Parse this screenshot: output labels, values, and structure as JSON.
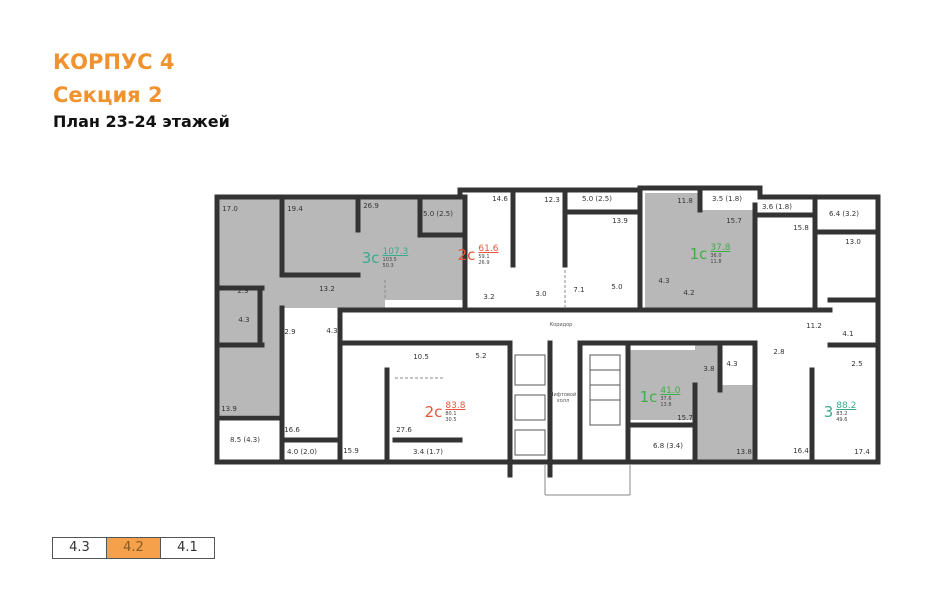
{
  "header": {
    "building": "КОРПУС 4",
    "section": "Секция 2",
    "plan": "План 23-24 этажей"
  },
  "colors": {
    "title": "#f0922e",
    "apt_3c": "#3aaa8e",
    "apt_1c": "#3fae49",
    "apt_2c": "#e5553a",
    "fill_selected": "#b8b8b8",
    "wall": "#333333",
    "section_active": "#f5a04a"
  },
  "apartments": [
    {
      "code": "3с",
      "area": "107.3",
      "living": "103.5",
      "kitchen": "50.3",
      "color": "#3aaa8e"
    },
    {
      "code": "2с",
      "area": "61.6",
      "living": "59.1",
      "kitchen": "26.9",
      "color": "#e5553a"
    },
    {
      "code": "1с",
      "area": "37.8",
      "living": "36.0",
      "kitchen": "11.8",
      "color": "#3fae49"
    },
    {
      "code": "2с",
      "area": "83.8",
      "living": "80.1",
      "kitchen": "30.5",
      "color": "#e5553a"
    },
    {
      "code": "1с",
      "area": "41.0",
      "living": "37.6",
      "kitchen": "13.8",
      "color": "#3fae49"
    },
    {
      "code": "3",
      "area": "88.2",
      "living": "83.2",
      "kitchen": "49.6",
      "color": "#3aaa8e"
    }
  ],
  "rooms": [
    "17.0",
    "19.4",
    "26.9",
    "5.0 (2.5)",
    "14.6",
    "12.3",
    "5.0 (2.5)",
    "13.9",
    "11.8",
    "3.5 (1.8)",
    "15.7",
    "3.6 (1.8)",
    "15.8",
    "6.4 (3.2)",
    "13.0",
    "13.2",
    "2.9",
    "4.3",
    "2.9",
    "4.3",
    "3.2",
    "3.0",
    "7.1",
    "5.0",
    "4.3",
    "4.2",
    "11.2",
    "4.1",
    "2.5",
    "2.8",
    "4.3",
    "3.8",
    "10.5",
    "5.2",
    "13.9",
    "16.6",
    "8.5 (4.3)",
    "4.0 (2.0)",
    "15.9",
    "27.6",
    "3.4 (1.7)",
    "15.7",
    "6.8 (3.4)",
    "13.8",
    "16.4",
    "17.4"
  ],
  "common": {
    "corridor": "Коридор",
    "lift_hall": "Лифтовой холл"
  },
  "sections": [
    {
      "label": "4.3",
      "active": false
    },
    {
      "label": "4.2",
      "active": true
    },
    {
      "label": "4.1",
      "active": false
    }
  ]
}
